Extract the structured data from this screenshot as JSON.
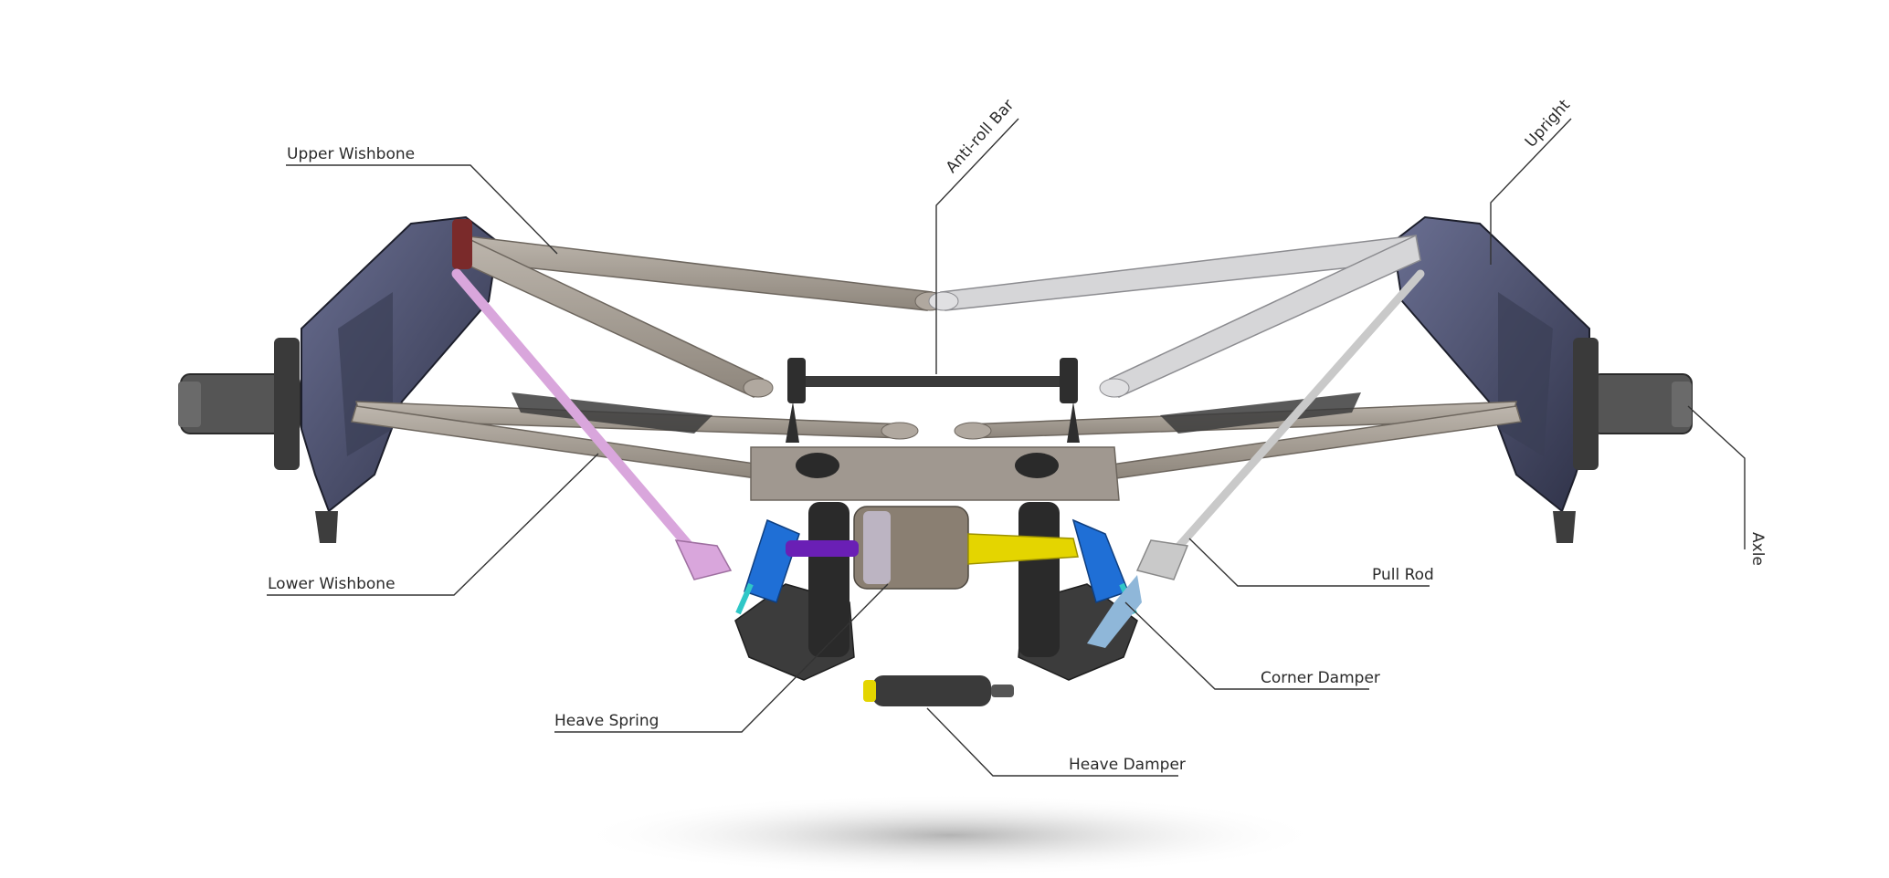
{
  "labels": {
    "upper_wishbone": "Upper Wishbone",
    "anti_roll_bar": "Anti-roll Bar",
    "upright": "Upright",
    "lower_wishbone": "Lower Wishbone",
    "pull_rod": "Pull Rod",
    "axle": "Axle",
    "corner_damper": "Corner Damper",
    "heave_spring": "Heave Spring",
    "heave_damper": "Heave Damper"
  },
  "colors": {
    "upright": "#4c5070",
    "wishbone": "#a9a198",
    "pull_rod_left": "#d9a6dc",
    "pull_rod_right": "#c9c9c9",
    "corner_damper": "#1f6fd6",
    "heave_spring_body": "#8a7f72",
    "heave_damper": "#3a3a3a",
    "yellow_link": "#e4d500",
    "purple_link": "#6a1fb5",
    "leader_line": "#333333"
  }
}
